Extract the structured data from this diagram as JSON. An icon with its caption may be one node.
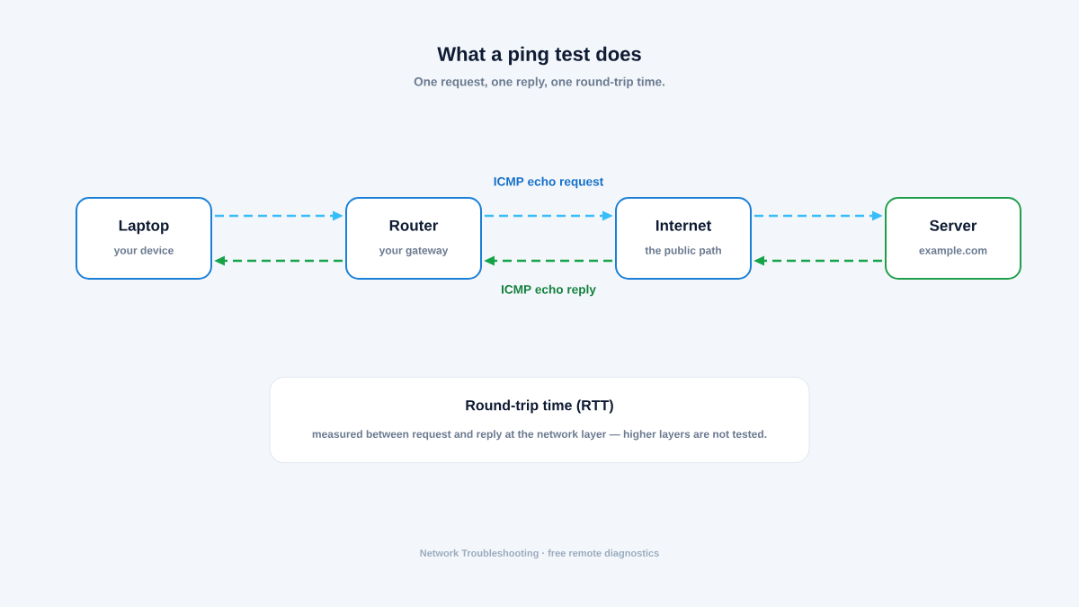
{
  "diagram": {
    "title": "What a ping test does",
    "nodes": [
      {
        "text": [
          "Laptop",
          "your device"
        ]
      },
      {
        "text": [
          "Router",
          "your gateway"
        ]
      },
      {
        "text": [
          "Internet",
          "the public path"
        ]
      },
      {
        "text": [
          "Server",
          "example.com"
        ]
      },
      {
        "text": [
          "Round-trip time (RTT)",
          "measured between request and reply at the network layer — higher layers are not tested."
        ]
      }
    ],
    "edges": [
      {
        "from": 0,
        "to": 1,
        "arrow": "to",
        "style": "dashed",
        "color": "#38bdf8"
      },
      {
        "from": 1,
        "to": 2,
        "arrow": "to",
        "style": "dashed",
        "color": "#38bdf8",
        "label": "ICMP echo request"
      },
      {
        "from": 2,
        "to": 3,
        "arrow": "to",
        "style": "dashed",
        "color": "#38bdf8"
      },
      {
        "from": 3,
        "to": 2,
        "arrow": "to",
        "style": "dashed",
        "color": "#16a34a"
      },
      {
        "from": 2,
        "to": 1,
        "arrow": "to",
        "style": "dashed",
        "color": "#16a34a",
        "label": "ICMP echo reply"
      },
      {
        "from": 1,
        "to": 0,
        "arrow": "to",
        "style": "dashed",
        "color": "#16a34a"
      }
    ],
    "labels": [
      "One request, one reply, one round-trip time.",
      "Network Troubleshooting · free remote diagnostics"
    ]
  }
}
